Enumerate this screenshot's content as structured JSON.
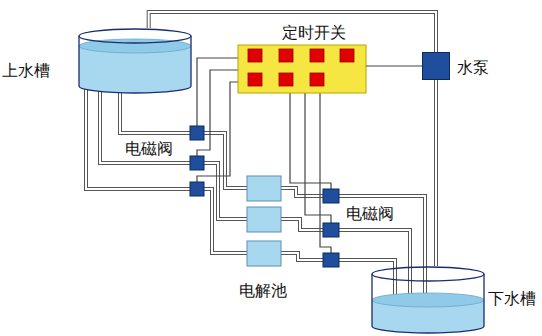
{
  "diagram": {
    "nodes": [
      {
        "text": [
          "上水槽"
        ]
      },
      {
        "text": [
          "定时开关"
        ]
      },
      {
        "text": [
          "水泵"
        ]
      },
      {
        "text": [
          "下水槽"
        ]
      }
    ],
    "edges": [
      {
        "from": 0,
        "to": 2,
        "arrow": "none"
      },
      {
        "from": 1,
        "to": 2,
        "arrow": "none"
      },
      {
        "from": 2,
        "to": 3,
        "arrow": "none"
      }
    ],
    "labels": [
      "电磁阀",
      "电磁阀",
      "电解池"
    ]
  }
}
